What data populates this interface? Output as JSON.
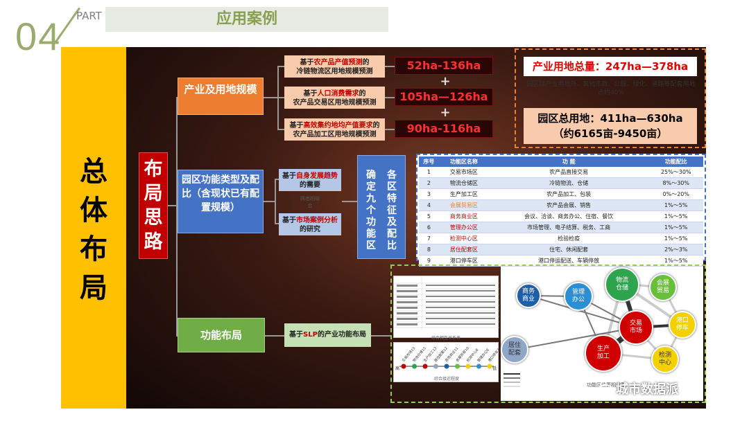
{
  "header": {
    "part_number": "04",
    "part_label": "PART",
    "title": "应用案例"
  },
  "sidebar": {
    "title": "总体布局"
  },
  "core": {
    "label": "布局思路"
  },
  "branches": {
    "industry": {
      "label": "产业及用地规模",
      "items": [
        {
          "prefix": "基于",
          "highlight": "农产品产值预测",
          "suffix": "的",
          "line2": "冷链物流区用地规模预测",
          "value": "52ha-136ha"
        },
        {
          "prefix": "基于",
          "highlight": "人口消费需求",
          "suffix": "的",
          "line2": "农产品交易区用地规模预测",
          "value": "105ha—126ha"
        },
        {
          "prefix": "基于",
          "highlight": "高效集约地均产值要求",
          "suffix": "的",
          "line2": "农产品加工区用地规模预测",
          "value": "90ha-116ha"
        }
      ],
      "plus": "+"
    },
    "function": {
      "label": "园区功能类型及配比（含现状已有配置规模）",
      "basis": [
        {
          "prefix": "基于",
          "highlight": "自身发展趋势",
          "line2": "的需要"
        },
        {
          "prefix": "基于",
          "highlight": "市场案例分析",
          "line2": "的研究"
        }
      ],
      "middle_note": "两者相结合",
      "result_left": "确定九个功能区",
      "result_right": "各区特征及配比"
    },
    "layout": {
      "label": "功能布局",
      "basis": {
        "prefix": "基于",
        "highlight": "SLP",
        "suffix": "的产业功能布局"
      }
    }
  },
  "summary": {
    "industrial_land": "产业用地总量：247ha—378ha",
    "note": "园区除产业用地外，其他市政、公服、绿化、道路等配套用地占约40%",
    "total_line1": "园区总用地：411ha—630ha",
    "total_line2": "（约6165亩-9450亩）"
  },
  "zone_table": {
    "headers": [
      "序号",
      "功能区名称",
      "功  能",
      "功能配比"
    ],
    "rows": [
      [
        "1",
        "交易市场区",
        "农产品直接交易",
        "25%～30%"
      ],
      [
        "2",
        "物流仓储区",
        "冷链物流、仓储",
        "8%～30%"
      ],
      [
        "3",
        "生产加工区",
        "农产品加工、包装",
        "0%～20%"
      ],
      [
        "4",
        "会展贸易区",
        "农产品会展、销售",
        "1%～5%"
      ],
      [
        "5",
        "商务商业区",
        "会议、洽谈、商务办公、住宿、餐饮",
        "1%～5%"
      ],
      [
        "6",
        "管理办公区",
        "市场管理、电子结算、税务、工商",
        "1%～5%"
      ],
      [
        "7",
        "检测中心区",
        "检验检疫",
        "1%～5%"
      ],
      [
        "8",
        "居住配套区",
        "住宅、休闲配套",
        "2%～3%"
      ],
      [
        "9",
        "港口停车区",
        "港口停运配送、车辆停放",
        "1%～5%"
      ]
    ]
  },
  "slp": {
    "matrix_caption": "综合相互关系表",
    "chain_caption": "综合接近程度",
    "chain_left": "高",
    "chain_right": "低",
    "chain_labels": [
      "交易市场15",
      "物流仓储15",
      "生产加工13",
      "居住配套12",
      "商务商业11",
      "会展贸易10",
      "检测中心8",
      "管理办公8",
      "港口停车7"
    ],
    "diagram_caption": "功能区位置相关图",
    "nodes": [
      {
        "label": "物流仓储",
        "color": "#2ea44f"
      },
      {
        "label": "商务商业",
        "color": "#1f5fa8"
      },
      {
        "label": "管理办公",
        "color": "#2b8fd6"
      },
      {
        "label": "会展贸易",
        "color": "#6abf3a"
      },
      {
        "label": "港口停车",
        "color": "#f5d000"
      },
      {
        "label": "交易市场",
        "color": "#d00000"
      },
      {
        "label": "居住配套",
        "color": "#8fa7c7"
      },
      {
        "label": "生产加工",
        "color": "#d00000"
      },
      {
        "label": "检测中心",
        "color": "#f5d000"
      }
    ]
  },
  "watermark": "城市数据派",
  "colors": {
    "sidebar": "#ffc000",
    "core": "#c00000",
    "branch_industry": "#ed7d31",
    "branch_function": "#4472c4",
    "branch_layout": "#70ad47",
    "value_text": "#ff3030"
  }
}
